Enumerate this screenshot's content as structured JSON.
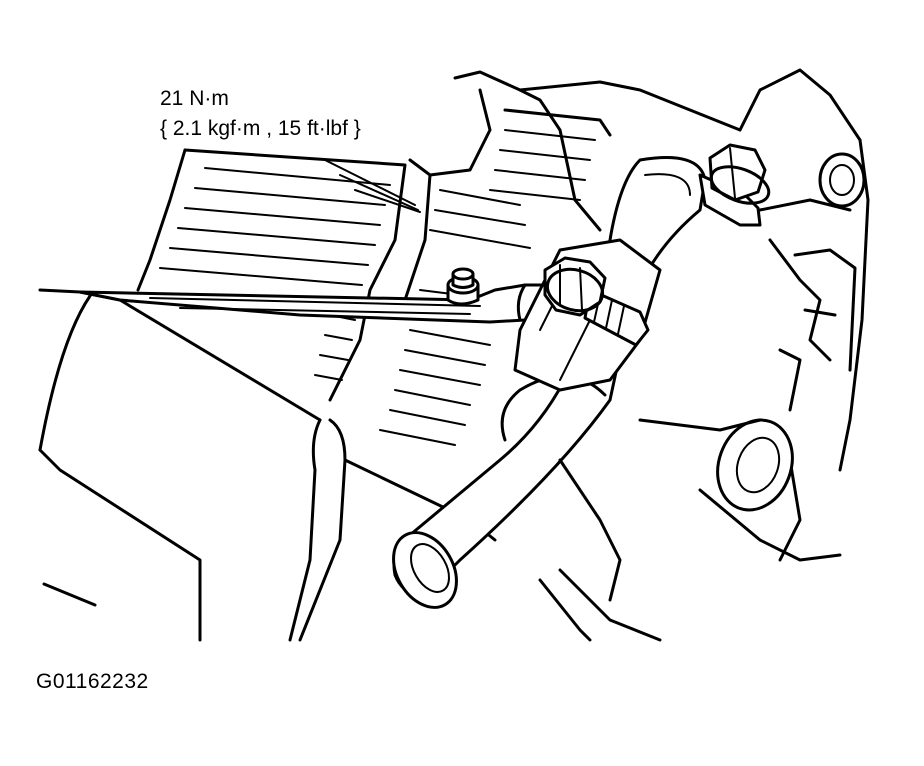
{
  "callout": {
    "torque_nm": "21 N·m",
    "torque_alt": "{ 2.1 kgf·m , 15 ft·lbf }"
  },
  "figure_code": "G01162232",
  "colors": {
    "line": "#000000",
    "background": "#ffffff"
  }
}
